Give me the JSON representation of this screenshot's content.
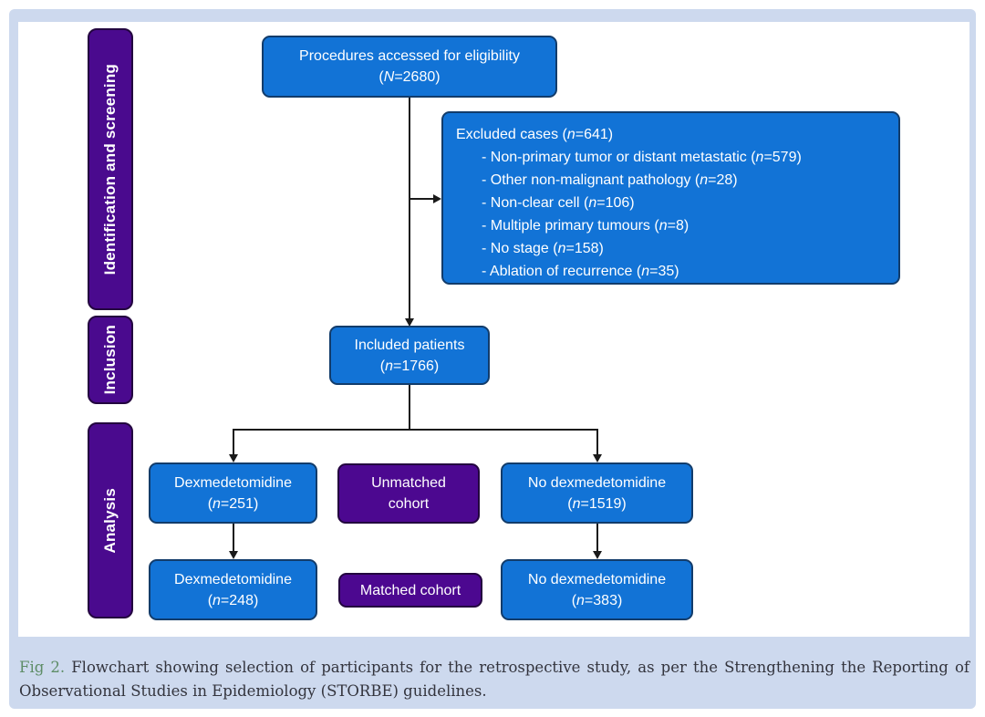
{
  "colors": {
    "background_blue": "#cdd9ee",
    "box_blue": "#1273d6",
    "box_blue_border": "#123c6b",
    "purple": "#4a0a8e",
    "purple_cohort": "#4c0890",
    "purple_border": "#23053f",
    "arrow": "#1a1a1a",
    "caption_label_green": "#5e8d67",
    "caption_text": "#33343d"
  },
  "sidebar": {
    "stage1": "Identification and screening",
    "stage2": "Inclusion",
    "stage3": "Analysis"
  },
  "flowchart": {
    "eligibility": {
      "line1": "Procedures accessed for eligibility",
      "line2": "(N=2680)"
    },
    "excluded": {
      "title": "Excluded cases (n=641)",
      "items": [
        "- Non-primary tumor or distant metastatic (n=579)",
        "- Other non-malignant pathology (n=28)",
        "- Non-clear cell (n=106)",
        "- Multiple primary tumours (n=8)",
        "- No stage (n=158)",
        "- Ablation of recurrence (n=35)"
      ]
    },
    "included": {
      "line1": "Included patients",
      "line2": "(n=1766)"
    },
    "dex_unmatched": {
      "line1": "Dexmedetomidine",
      "line2": "(n=251)"
    },
    "unmatched_cohort": {
      "line1": "Unmatched",
      "line2": "cohort"
    },
    "nodex_unmatched": {
      "line1": "No dexmedetomidine",
      "line2": "(n=1519)"
    },
    "dex_matched": {
      "line1": "Dexmedetomidine",
      "line2": "(n=248)"
    },
    "matched_cohort": {
      "label": "Matched cohort"
    },
    "nodex_matched": {
      "line1": "No dexmedetomidine",
      "line2": "(n=383)"
    }
  },
  "caption": {
    "label": "Fig 2.",
    "text": "Flowchart showing selection of participants for the retrospective study, as per the Strengthening the Reporting of Observational Studies in Epidemiology (STORBE) guidelines."
  }
}
